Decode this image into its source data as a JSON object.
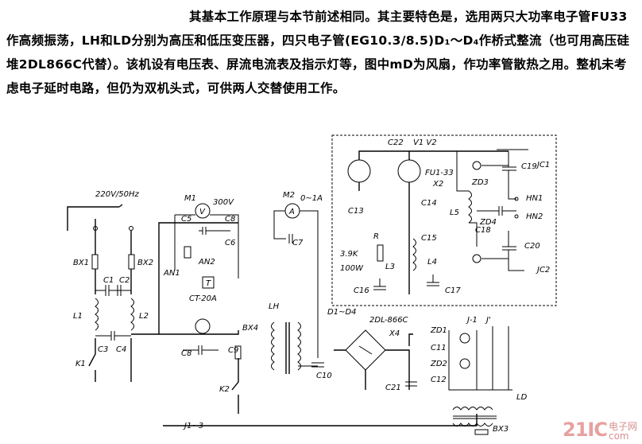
{
  "paragraph": "其基本工作原理与本节前述相同。其主要特色是，选用两只大功率电子管FU33作高频振荡，LH和LD分别为高压和低压变压器，四只电子管(EG10.3/8.5)D₁～D₄作桥式整流（也可用高压硅堆2DL866C代替）。该机设有电压表、屏流电流表及指示灯等，图中mD为风扇，作功率管散热之用。整机未考虑电子延时电路，但仍为双机头式，可供两人交替使用工作。",
  "labels": {
    "mains": "220V/50Hz",
    "m1": "M1",
    "m1v": "V",
    "m1r": "300V",
    "m2": "M2",
    "m2r": "0~1A",
    "m2s": "A",
    "c1": "C1",
    "c2": "C2",
    "c3": "C3",
    "c4": "C4",
    "c5": "C5",
    "c6": "C6",
    "c7": "C7",
    "c8": "C8",
    "c9": "C9",
    "c10": "C10",
    "c11": "C11",
    "c12": "C12",
    "c13": "C13",
    "c14": "C14",
    "c15": "C15",
    "c16": "C16",
    "c17": "C17",
    "c18": "C18",
    "c19": "C19",
    "c20": "C20",
    "c21": "C21",
    "c22": "C22",
    "bx1": "BX1",
    "bx2": "BX2",
    "bx3": "BX3",
    "bx4": "BX4",
    "l1": "L1",
    "l2": "L2",
    "l3": "L3",
    "l4": "L4",
    "l5": "L5",
    "lh": "LH",
    "ld": "LD",
    "k1": "K1",
    "k2": "K2",
    "k3": "J1~3",
    "an1": "AN1",
    "an2": "AN2",
    "ct": "CT-20A",
    "ctt": "T",
    "d14": "D1~D4",
    "dl": "2DL-866C",
    "x4": "X4",
    "v12": "V1  V2",
    "fu33": "FU1-33",
    "x2": "X2",
    "r": "R",
    "r1": "3.9K",
    "r2": "100W",
    "zd1": "ZD1",
    "zd2": "ZD2",
    "zd3": "ZD3",
    "zd4": "ZD4",
    "jc1": "JC1",
    "jc2": "JC2",
    "hn1": "HN1",
    "hn2": "HN2",
    "j1": "J-1",
    "j2": "J'"
  },
  "watermark": {
    "num": "21IC",
    "cn1": "电子网",
    "cn2": "com"
  }
}
